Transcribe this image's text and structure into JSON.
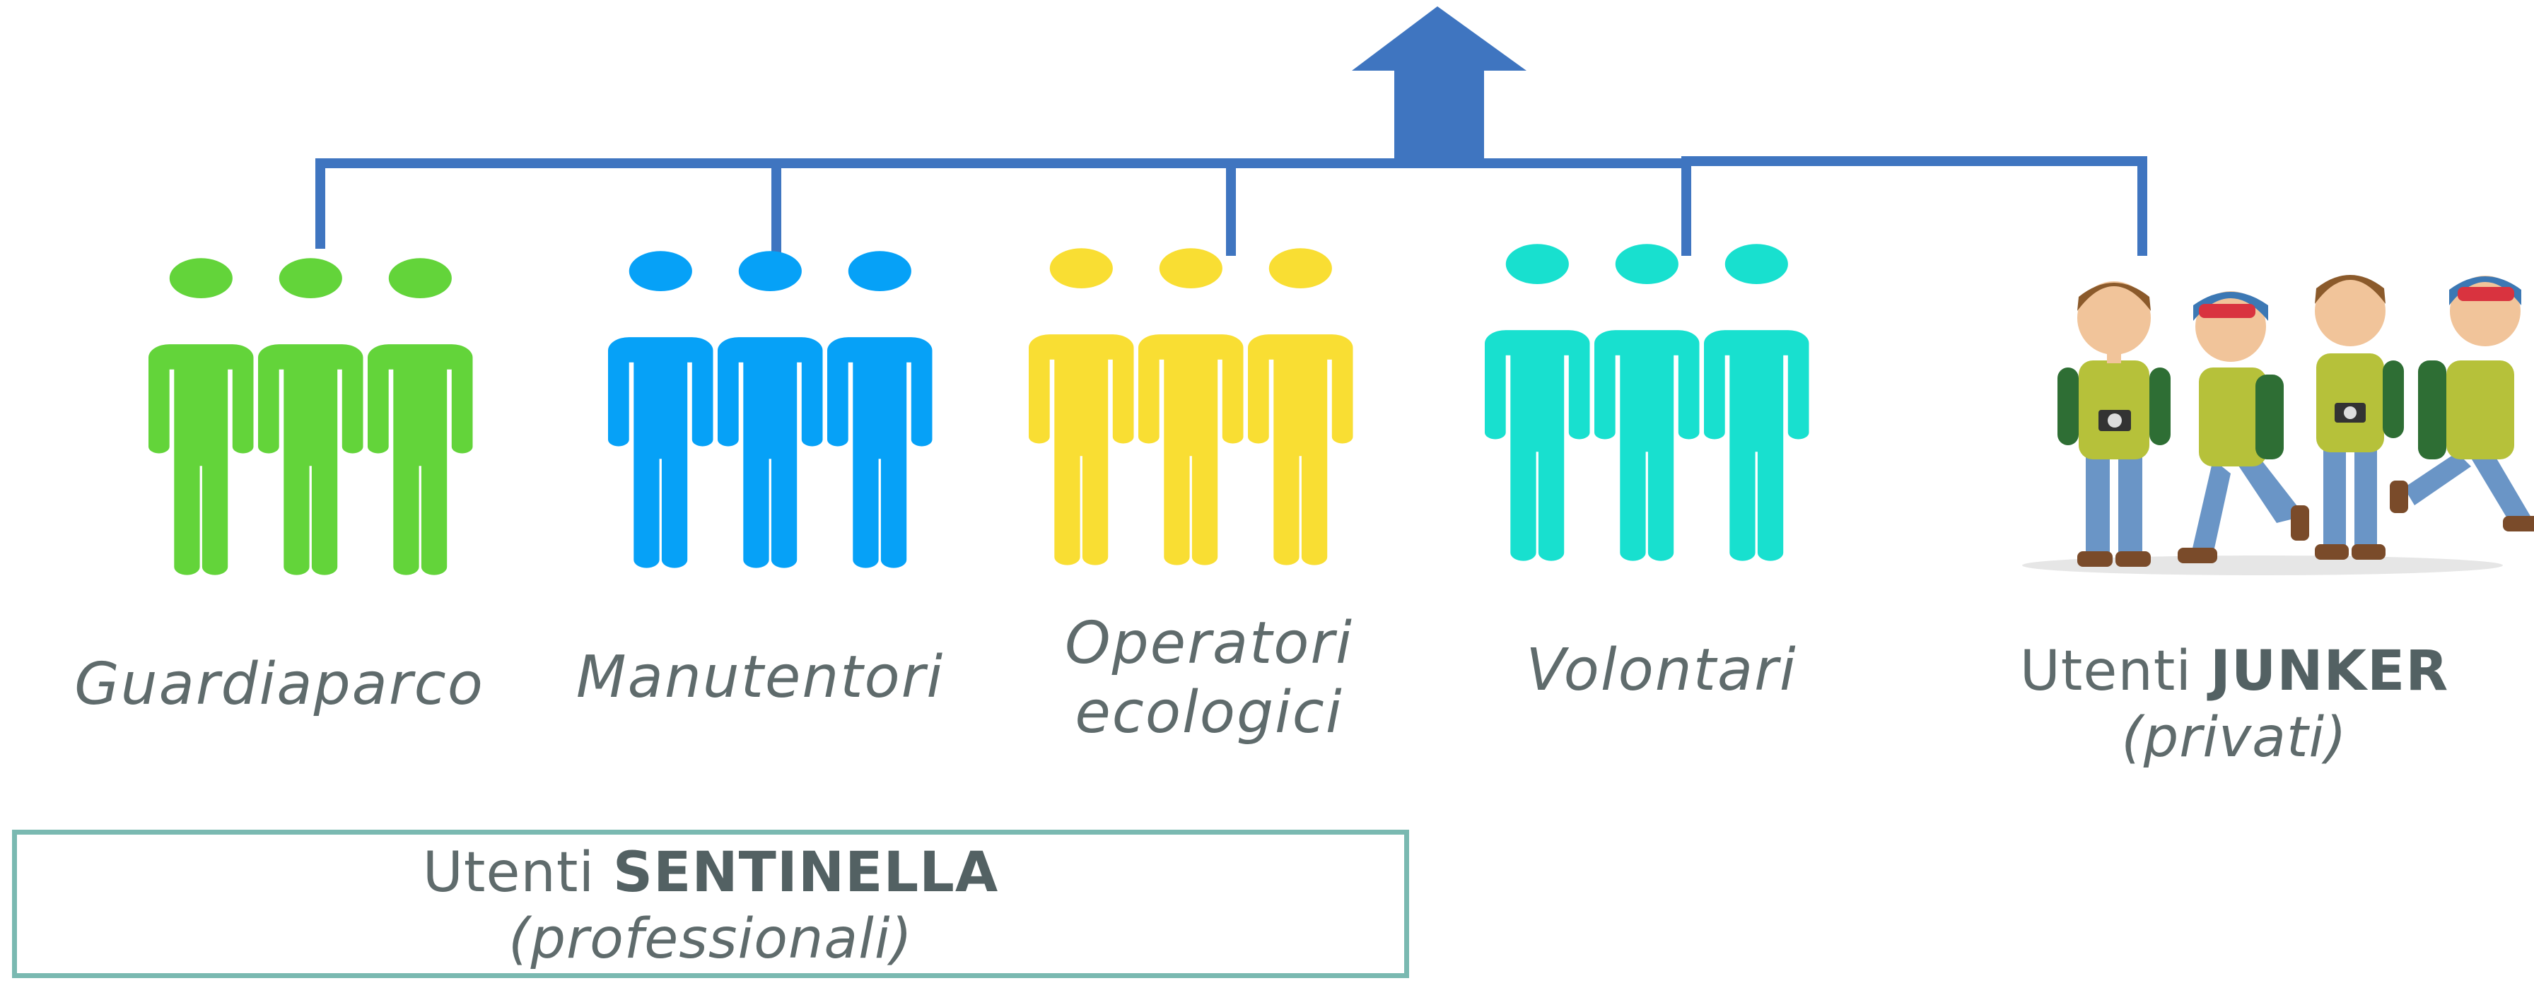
{
  "colors": {
    "connector": "#3f75c0",
    "guardiaparco": "#63d43a",
    "manutentori": "#06a1f7",
    "operatori": "#f9de33",
    "volontari": "#18e0cf",
    "box_border": "#7ab9b1",
    "text": "#5f6b6c"
  },
  "roles": [
    {
      "id": "guardiaparco",
      "lines": [
        "Guardiaparco"
      ],
      "icon": "people-group-icon"
    },
    {
      "id": "manutentori",
      "lines": [
        "Manutentori"
      ],
      "icon": "people-group-icon"
    },
    {
      "id": "operatori",
      "lines": [
        "Operatori",
        "ecologici"
      ],
      "icon": "people-group-icon"
    },
    {
      "id": "volontari",
      "lines": [
        "Volontari"
      ],
      "icon": "people-group-icon"
    }
  ],
  "junker": {
    "prefix": "Utenti ",
    "name": "JUNKER",
    "sub": "(privati)",
    "icon": "hikers-illustration"
  },
  "sentinella": {
    "prefix": "Utenti ",
    "name": "SENTINELLA",
    "sub": "(professionali)"
  }
}
